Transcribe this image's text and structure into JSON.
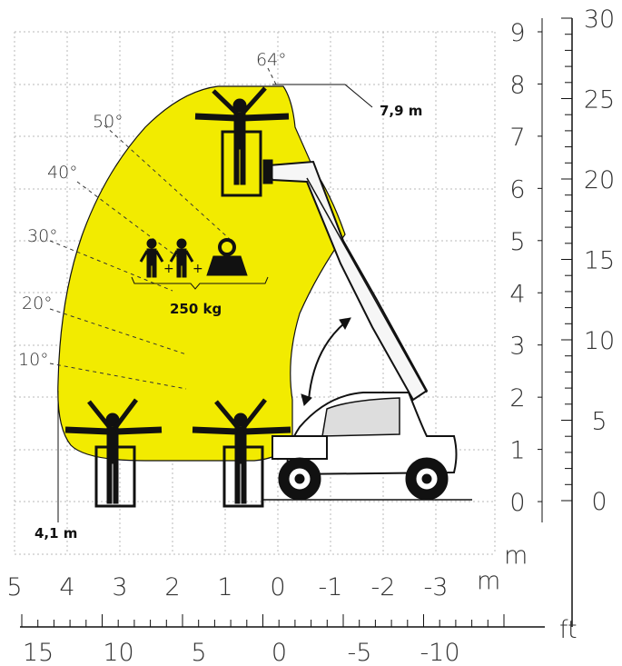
{
  "units": {
    "right": "m",
    "bottom": "m",
    "ft_right": "ft",
    "ft_bottom": "ft"
  },
  "height_ticks_m": [
    "9",
    "8",
    "7",
    "6",
    "5",
    "4",
    "3",
    "2",
    "1",
    "0"
  ],
  "height_ticks_ft": [
    "30",
    "25",
    "20",
    "15",
    "10",
    "5",
    "0"
  ],
  "outreach_ticks_m": [
    "5",
    "4",
    "3",
    "2",
    "1",
    "0",
    "-1",
    "-2",
    "-3"
  ],
  "outreach_ticks_ft": [
    "15",
    "10",
    "5",
    "0",
    "-5",
    "-10"
  ],
  "angles": [
    "64°",
    "50°",
    "40°",
    "30°",
    "20°",
    "10°"
  ],
  "max_height_label": "7,9 m",
  "max_outreach_label": "4,1 m",
  "capacity_label": "250 kg",
  "colors": {
    "envelope": "#f2eb00",
    "grid": "#b8b8b8",
    "ink": "#111111"
  }
}
